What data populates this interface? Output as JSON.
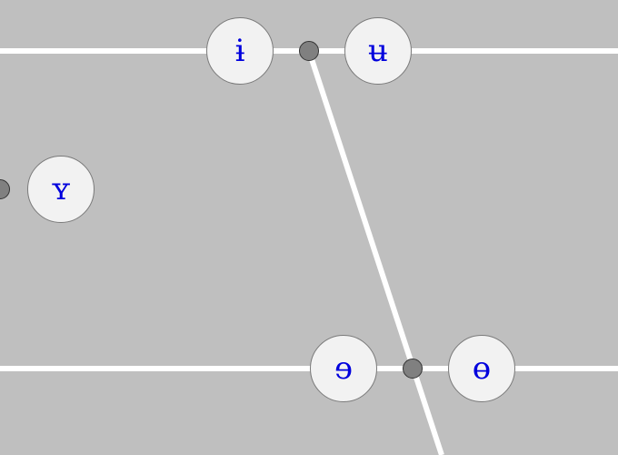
{
  "colors": {
    "background": "#bfbfbf",
    "line": "#ffffff",
    "symbol": "#0000dd",
    "circle_fill": "#f2f2f2",
    "circle_border": "#7a7a7a",
    "dot_fill": "#808080",
    "dot_border": "#333333"
  },
  "vowels": {
    "close_central_unrounded": "ɨ",
    "close_central_rounded": "ʉ",
    "near_close_front_rounded": "ʏ",
    "close_mid_central_unrounded": "ɘ",
    "close_mid_central_rounded": "ɵ"
  }
}
